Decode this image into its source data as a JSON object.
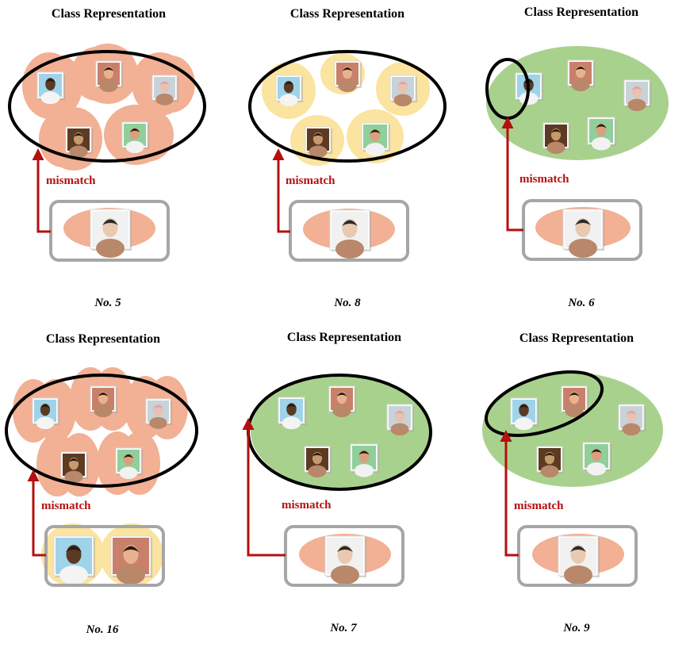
{
  "title": "Class Representation",
  "mismatch_label": "mismatch",
  "colors": {
    "salmon": "#f2b094",
    "yellow": "#fbe3a0",
    "green": "#a9d18e",
    "arrow": "#b50f0f",
    "outline": "#000000",
    "box": "#a6a6a6"
  },
  "panels": [
    {
      "caption": "No. 5",
      "style": "salmon-regions",
      "highlight": "whole-set",
      "query": "single-face"
    },
    {
      "caption": "No. 8",
      "style": "yellow-regions",
      "highlight": "whole-set",
      "query": "single-face"
    },
    {
      "caption": "No. 6",
      "style": "green-region",
      "highlight": "one-face",
      "query": "single-face"
    },
    {
      "caption": "No. 16",
      "style": "salmon-regions",
      "highlight": "whole-set",
      "query": "two-faces"
    },
    {
      "caption": "No. 7",
      "style": "green-region",
      "highlight": "whole-set",
      "query": "single-face"
    },
    {
      "caption": "No. 9",
      "style": "green-region",
      "highlight": "two-faces",
      "query": "single-face"
    }
  ]
}
